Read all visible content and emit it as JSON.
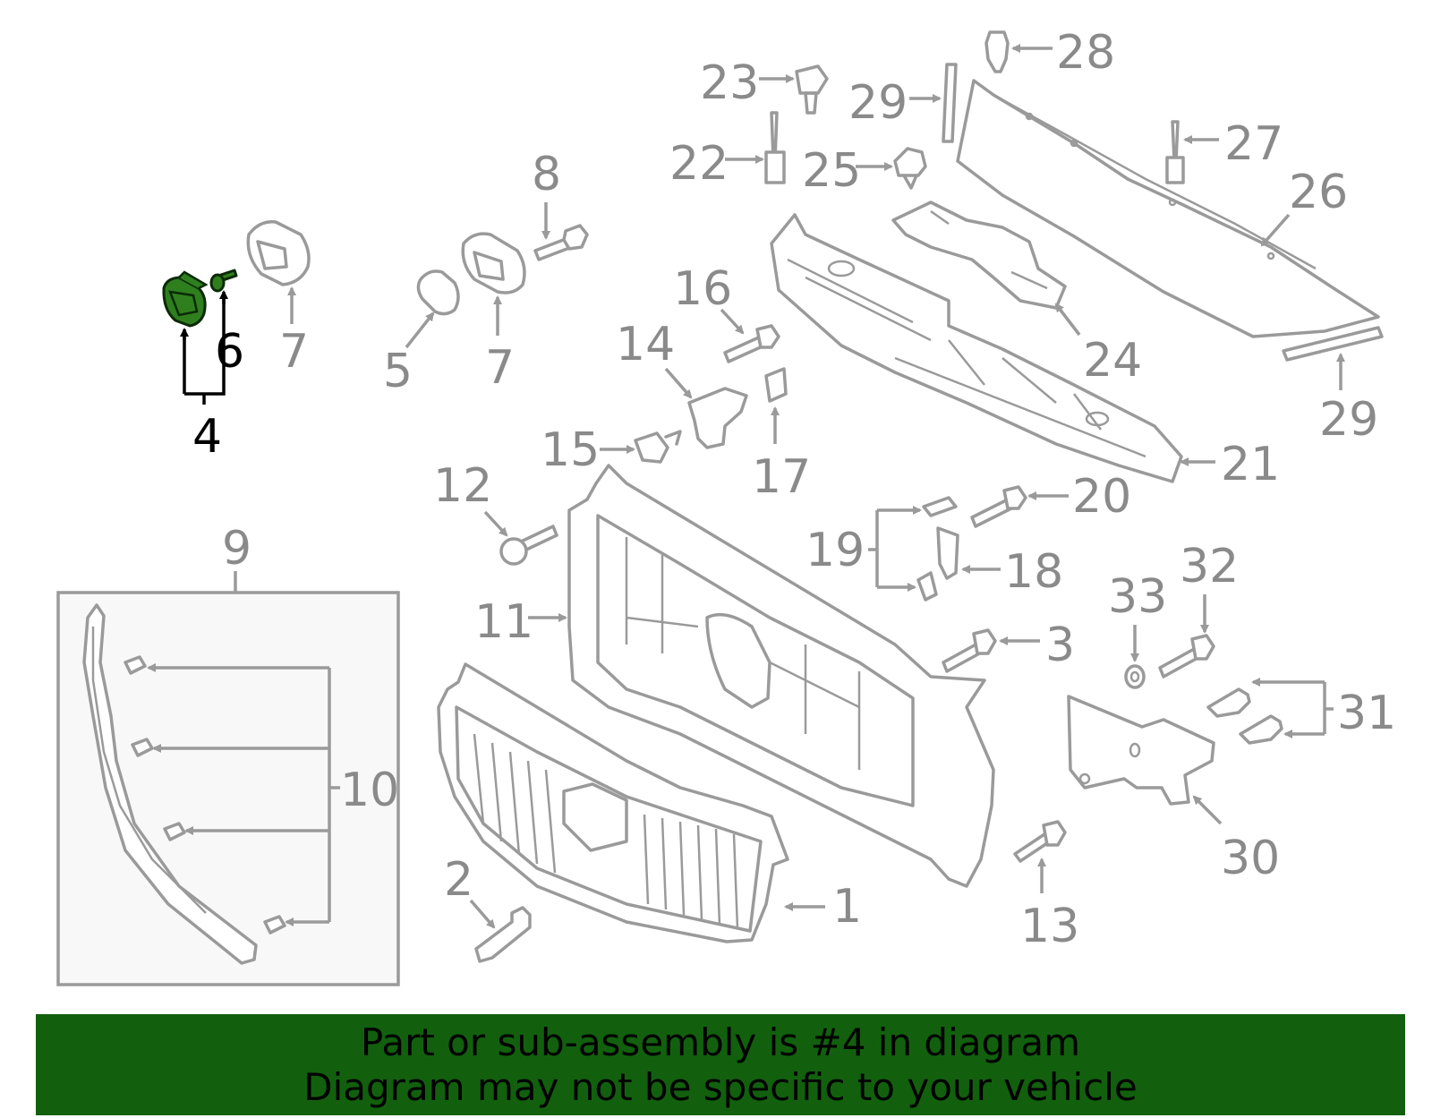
{
  "highlight_color": "#2f7f1f",
  "banner_color": "#12600e",
  "callouts": {
    "c1": "1",
    "c2": "2",
    "c3": "3",
    "c4": "4",
    "c5": "5",
    "c6": "6",
    "c7a": "7",
    "c7b": "7",
    "c8": "8",
    "c9": "9",
    "c10": "10",
    "c11": "11",
    "c12": "12",
    "c13": "13",
    "c14": "14",
    "c15": "15",
    "c16": "16",
    "c17": "17",
    "c18": "18",
    "c19": "19",
    "c20": "20",
    "c21": "21",
    "c22": "22",
    "c23": "23",
    "c24": "24",
    "c25": "25",
    "c26": "26",
    "c27": "27",
    "c28": "28",
    "c29a": "29",
    "c29b": "29",
    "c30": "30",
    "c31": "31",
    "c32": "32",
    "c33": "33"
  },
  "banner": {
    "line1": "Part or sub-assembly is #4 in diagram",
    "line2": "Diagram may not be specific to your vehicle"
  }
}
